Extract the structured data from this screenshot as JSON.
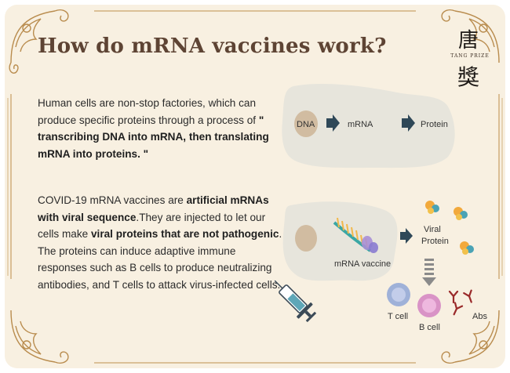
{
  "title": "How do mRNA vaccines work?",
  "logo": {
    "text": "TANG PRIZE",
    "glyph1": "唐",
    "glyph2": "獎"
  },
  "paragraph1": {
    "text1": "Human cells are non-stop factories, which can produce specific proteins through a process of ",
    "bold1": "\" transcribing DNA into mRNA, then translating mRNA into proteins. \""
  },
  "paragraph2": {
    "text1": "COVID-19 mRNA vaccines are ",
    "bold1": "artificial mRNAs with viral sequence",
    "text2": ".They are injected to let our cells make ",
    "bold2": "viral proteins that are not pathogenic",
    "text3": ".",
    "text4": "The proteins can induce adaptive immune responses such as B cells to produce neutralizing antibodies, and T cells to attack virus-infected cells."
  },
  "diagram1": {
    "dna": "DNA",
    "mrna": "mRNA",
    "protein": "Protein"
  },
  "diagram2": {
    "mrna_vaccine": "mRNA vaccine",
    "viral_protein_line1": "Viral",
    "viral_protein_line2": "Protein",
    "t_cell": "T cell",
    "b_cell": "B cell",
    "abs": "Abs"
  },
  "colors": {
    "background": "#f8f0e1",
    "frame_gold": "#c9a46b",
    "title_brown": "#5e4434",
    "cell_fill": "#e7e5dc",
    "nucleus": "#cdb597",
    "arrow": "#2f4858",
    "t_cell": "#9fb1d8",
    "b_cell": "#d993c6",
    "antibody": "#9a2a2a"
  }
}
